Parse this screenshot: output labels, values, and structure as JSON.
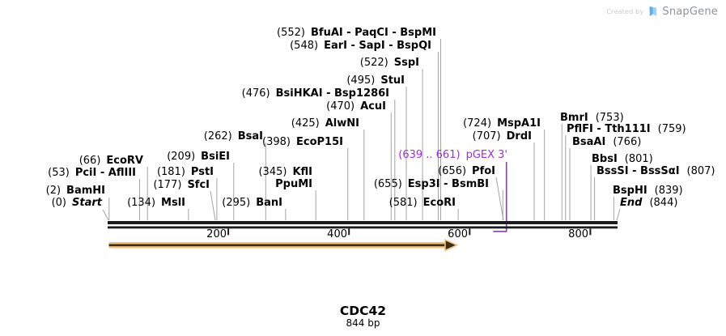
{
  "branding": {
    "created_by": "Created by",
    "app_name": "SnapGene"
  },
  "title": {
    "name": "CDC42",
    "length": "844 bp"
  },
  "ruler": {
    "ticks": [
      "200",
      "400",
      "600",
      "800"
    ]
  },
  "feature": {
    "range": "(639 .. 661)",
    "name": "pGEX 3'",
    "color": "#9B2FD6"
  },
  "arrow": {
    "color_outline": "#F1C17C",
    "color_core": "#3C2E1A"
  },
  "sites": [
    {
      "pos": "(0)",
      "name": "Start"
    },
    {
      "pos": "(2)",
      "name": "BamHI"
    },
    {
      "pos": "(53)",
      "name": "PciI - AflIII"
    },
    {
      "pos": "(66)",
      "name": "EcoRV"
    },
    {
      "pos": "(134)",
      "name": "MslI"
    },
    {
      "pos": "(177)",
      "name": "SfcI"
    },
    {
      "pos": "(181)",
      "name": "PstI"
    },
    {
      "pos": "(209)",
      "name": "BsiEI"
    },
    {
      "pos": "(262)",
      "name": "BsaI"
    },
    {
      "pos": "(295)",
      "name": "BanI"
    },
    {
      "pos": "(345)",
      "name": "KflI"
    },
    {
      "pos": "",
      "name": "PpuMI"
    },
    {
      "pos": "(398)",
      "name": "EcoP15I"
    },
    {
      "pos": "(425)",
      "name": "AlwNI"
    },
    {
      "pos": "(470)",
      "name": "AcuI"
    },
    {
      "pos": "(476)",
      "name": "BsiHKAI - Bsp1286I"
    },
    {
      "pos": "(495)",
      "name": "StuI"
    },
    {
      "pos": "(522)",
      "name": "SspI"
    },
    {
      "pos": "(548)",
      "name": "EarI - SapI - BspQI"
    },
    {
      "pos": "(552)",
      "name": "BfuAI - PaqCI - BspMI"
    },
    {
      "pos": "(581)",
      "name": "EcoRI"
    },
    {
      "pos": "(655)",
      "name": "Esp3I - BsmBI"
    },
    {
      "pos": "(656)",
      "name": "PfoI"
    },
    {
      "pos": "(707)",
      "name": "DrdI"
    },
    {
      "pos": "(724)",
      "name": "MspA1I"
    },
    {
      "name": "BmrI",
      "pos": "(753)"
    },
    {
      "name": "PflFI - Tth111I",
      "pos": "(759)"
    },
    {
      "name": "BsaAI",
      "pos": "(766)"
    },
    {
      "name": "BbsI",
      "pos": "(801)"
    },
    {
      "name": "BssSI - BssSαI",
      "pos": "(807)"
    },
    {
      "name": "BspHI",
      "pos": "(839)"
    },
    {
      "name": "End",
      "pos": "(844)"
    }
  ]
}
